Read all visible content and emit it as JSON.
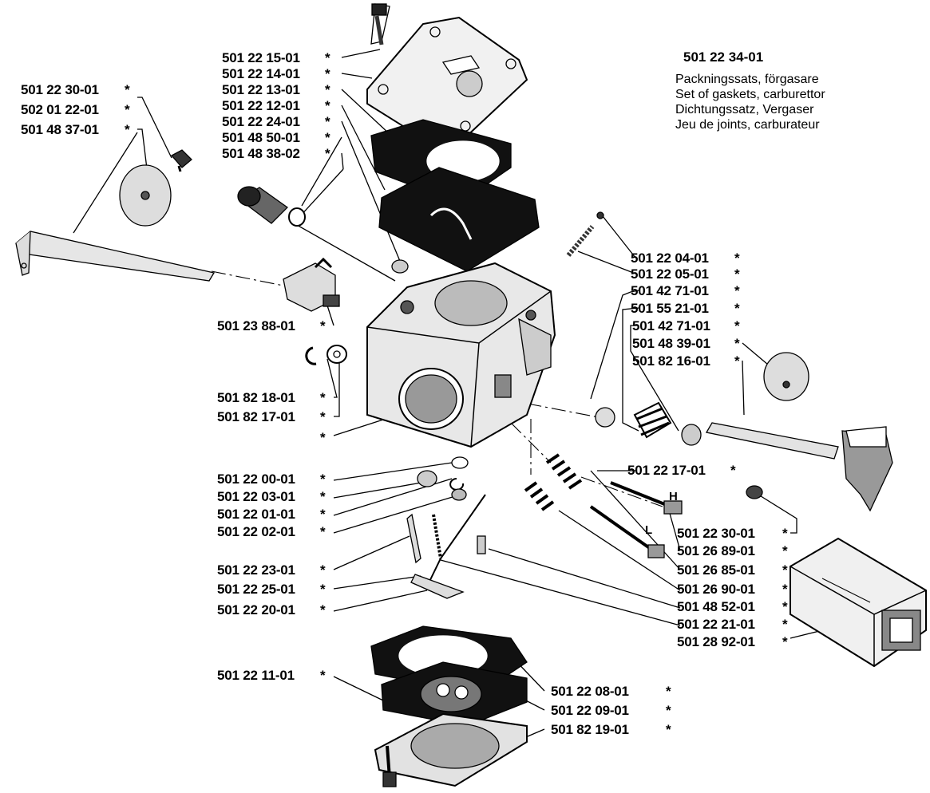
{
  "kit": {
    "number": "501 22 34-01",
    "descriptions": [
      "Packningssats, förgasare",
      "Set of gaskets, carburettor",
      "Dichtungssatz, Vergaser",
      "Jeu de joints, carburateur"
    ]
  },
  "parts_left": [
    {
      "num": "501 22 15-01",
      "mark": "*"
    },
    {
      "num": "501 22 14-01",
      "mark": "*"
    },
    {
      "num": "501 22 13-01",
      "mark": "*"
    },
    {
      "num": "501 22 12-01",
      "mark": "*"
    },
    {
      "num": "501 22 24-01",
      "mark": "*"
    },
    {
      "num": "501 48 50-01",
      "mark": "*"
    },
    {
      "num": "501 48 38-02",
      "mark": "*"
    }
  ],
  "parts_far_left": [
    {
      "num": "501 22 30-01",
      "mark": "*"
    },
    {
      "num": "502 01 22-01",
      "mark": "*"
    },
    {
      "num": "501 48 37-01",
      "mark": "*"
    }
  ],
  "parts_mid_left": [
    {
      "num": "501 23 88-01",
      "mark": "*"
    },
    {
      "num": "501 82 18-01",
      "mark": "*"
    },
    {
      "num": "501 82 17-01",
      "mark": "*"
    }
  ],
  "body_mark": "*",
  "parts_lower_left": [
    {
      "num": "501 22 00-01",
      "mark": "*"
    },
    {
      "num": "501 22 03-01",
      "mark": "*"
    },
    {
      "num": "501 22 01-01",
      "mark": "*"
    },
    {
      "num": "501 22 02-01",
      "mark": "*"
    },
    {
      "num": "501 22 23-01",
      "mark": "*"
    },
    {
      "num": "501 22 25-01",
      "mark": "*"
    },
    {
      "num": "501 22 20-01",
      "mark": "*"
    }
  ],
  "part_bottom_left": {
    "num": "501 22 11-01",
    "mark": "*"
  },
  "parts_right": [
    {
      "num": "501 22 04-01",
      "mark": "*"
    },
    {
      "num": "501 22 05-01",
      "mark": "*"
    },
    {
      "num": "501 42 71-01",
      "mark": "*"
    },
    {
      "num": "501 55 21-01",
      "mark": "*"
    },
    {
      "num": "501 42 71-01",
      "mark": "*"
    },
    {
      "num": "501 48 39-01",
      "mark": "*"
    },
    {
      "num": "501 82 16-01",
      "mark": "*"
    }
  ],
  "part_spring_mid": {
    "num": "501 22 17-01",
    "mark": "*"
  },
  "parts_lower_right": [
    {
      "num": "501 22 30-01",
      "mark": "*"
    },
    {
      "num": "501 26 89-01",
      "mark": "*"
    },
    {
      "num": "501 26 85-01",
      "mark": "*"
    },
    {
      "num": "501 26 90-01",
      "mark": "*"
    },
    {
      "num": "501 48 52-01",
      "mark": "*"
    },
    {
      "num": "501 22 21-01",
      "mark": "*"
    },
    {
      "num": "501 28 92-01",
      "mark": "*"
    }
  ],
  "parts_bottom_right": [
    {
      "num": "501 22 08-01",
      "mark": "*"
    },
    {
      "num": "501 22 09-01",
      "mark": "*"
    },
    {
      "num": "501 82 19-01",
      "mark": "*"
    }
  ],
  "screw_marks": {
    "high": "H",
    "low": "L"
  }
}
